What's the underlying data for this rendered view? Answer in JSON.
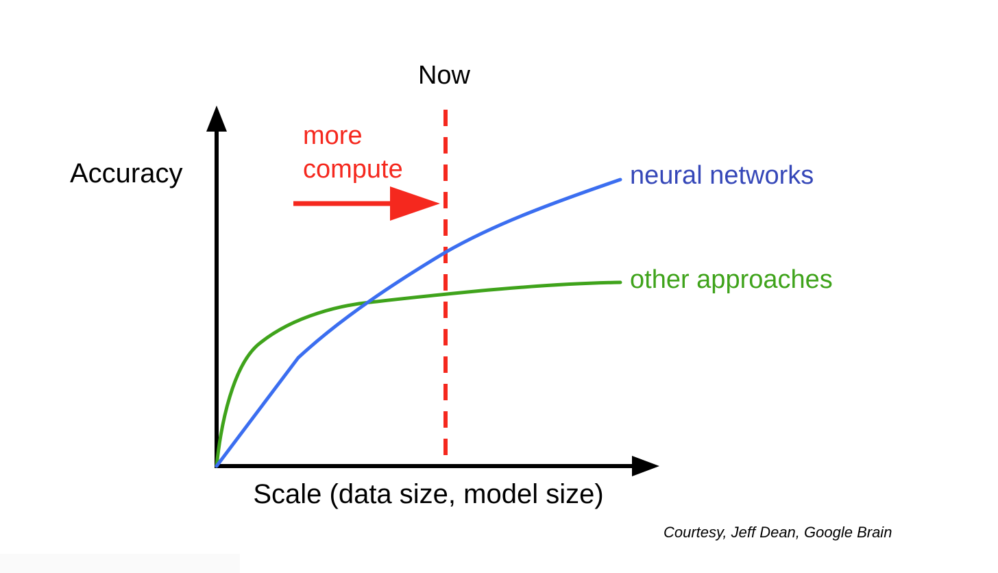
{
  "diagram": {
    "y_axis_label": "Accuracy",
    "x_axis_label": "Scale (data size, model size)",
    "now_label": "Now",
    "arrow_label_lines": [
      "more",
      "compute"
    ],
    "series": [
      {
        "name": "neural networks",
        "color": "#3b6ef0",
        "label_color": "#3547b8"
      },
      {
        "name": "other approaches",
        "color": "#3fa31b",
        "label_color": "#3fa31b"
      }
    ],
    "now_line_color": "#f5281e",
    "axis_color": "#000000"
  },
  "footer": {
    "credit": "Courtesy, Jeff Dean, Google Brain"
  }
}
